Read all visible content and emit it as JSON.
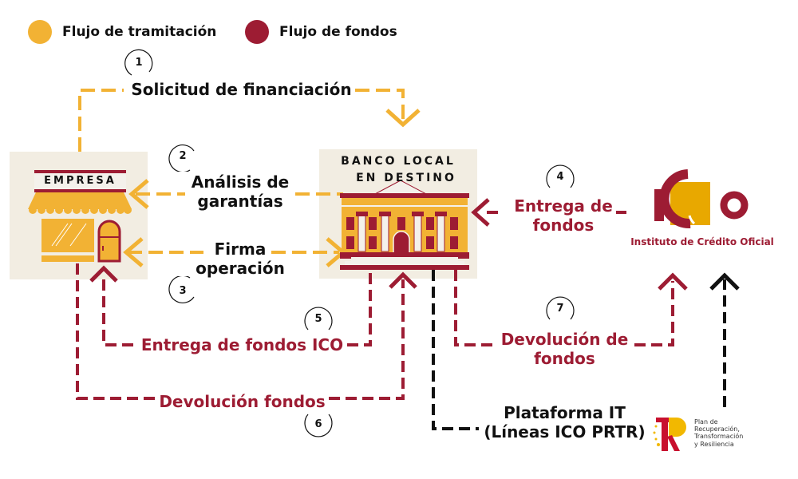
{
  "colors": {
    "process": "#f2b234",
    "funds": "#9d1c33",
    "it": "#111111",
    "box_bg": "#f2ede2"
  },
  "legend": [
    {
      "label": "Flujo de tramitación",
      "color": "#f2b234"
    },
    {
      "label": "Flujo de fondos",
      "color": "#9d1c33"
    }
  ],
  "nodes": {
    "empresa": {
      "label": "EMPRESA"
    },
    "banco": {
      "label_line1": "BANCO LOCAL",
      "label_line2": "EN DESTINO"
    },
    "ico": {
      "logo_text": "ICO",
      "subtitle": "Instituto de Crédito Oficial"
    },
    "prtr": {
      "line1": "Plan de",
      "line2": "Recuperación,",
      "line3": "Transformación",
      "line4": "y Resiliencia"
    }
  },
  "steps": [
    {
      "number": "1",
      "label": "Solicitud de financiación",
      "flow": "tramitación"
    },
    {
      "number": "2",
      "label_line1": "Análisis de",
      "label_line2": "garantías",
      "flow": "tramitación"
    },
    {
      "number": "3",
      "label_line1": "Firma",
      "label_line2": "operación",
      "flow": "tramitación"
    },
    {
      "number": "4",
      "label_line1": "Entrega de",
      "label_line2": "fondos",
      "flow": "fondos"
    },
    {
      "number": "5",
      "label": "Entrega de fondos ICO",
      "flow": "fondos"
    },
    {
      "number": "6",
      "label": "Devolución fondos",
      "flow": "fondos"
    },
    {
      "number": "7",
      "label_line1": "Devolución de",
      "label_line2": "fondos",
      "flow": "fondos"
    }
  ],
  "platform": {
    "line1": "Plataforma IT",
    "line2": "(Líneas ICO PRTR)"
  }
}
